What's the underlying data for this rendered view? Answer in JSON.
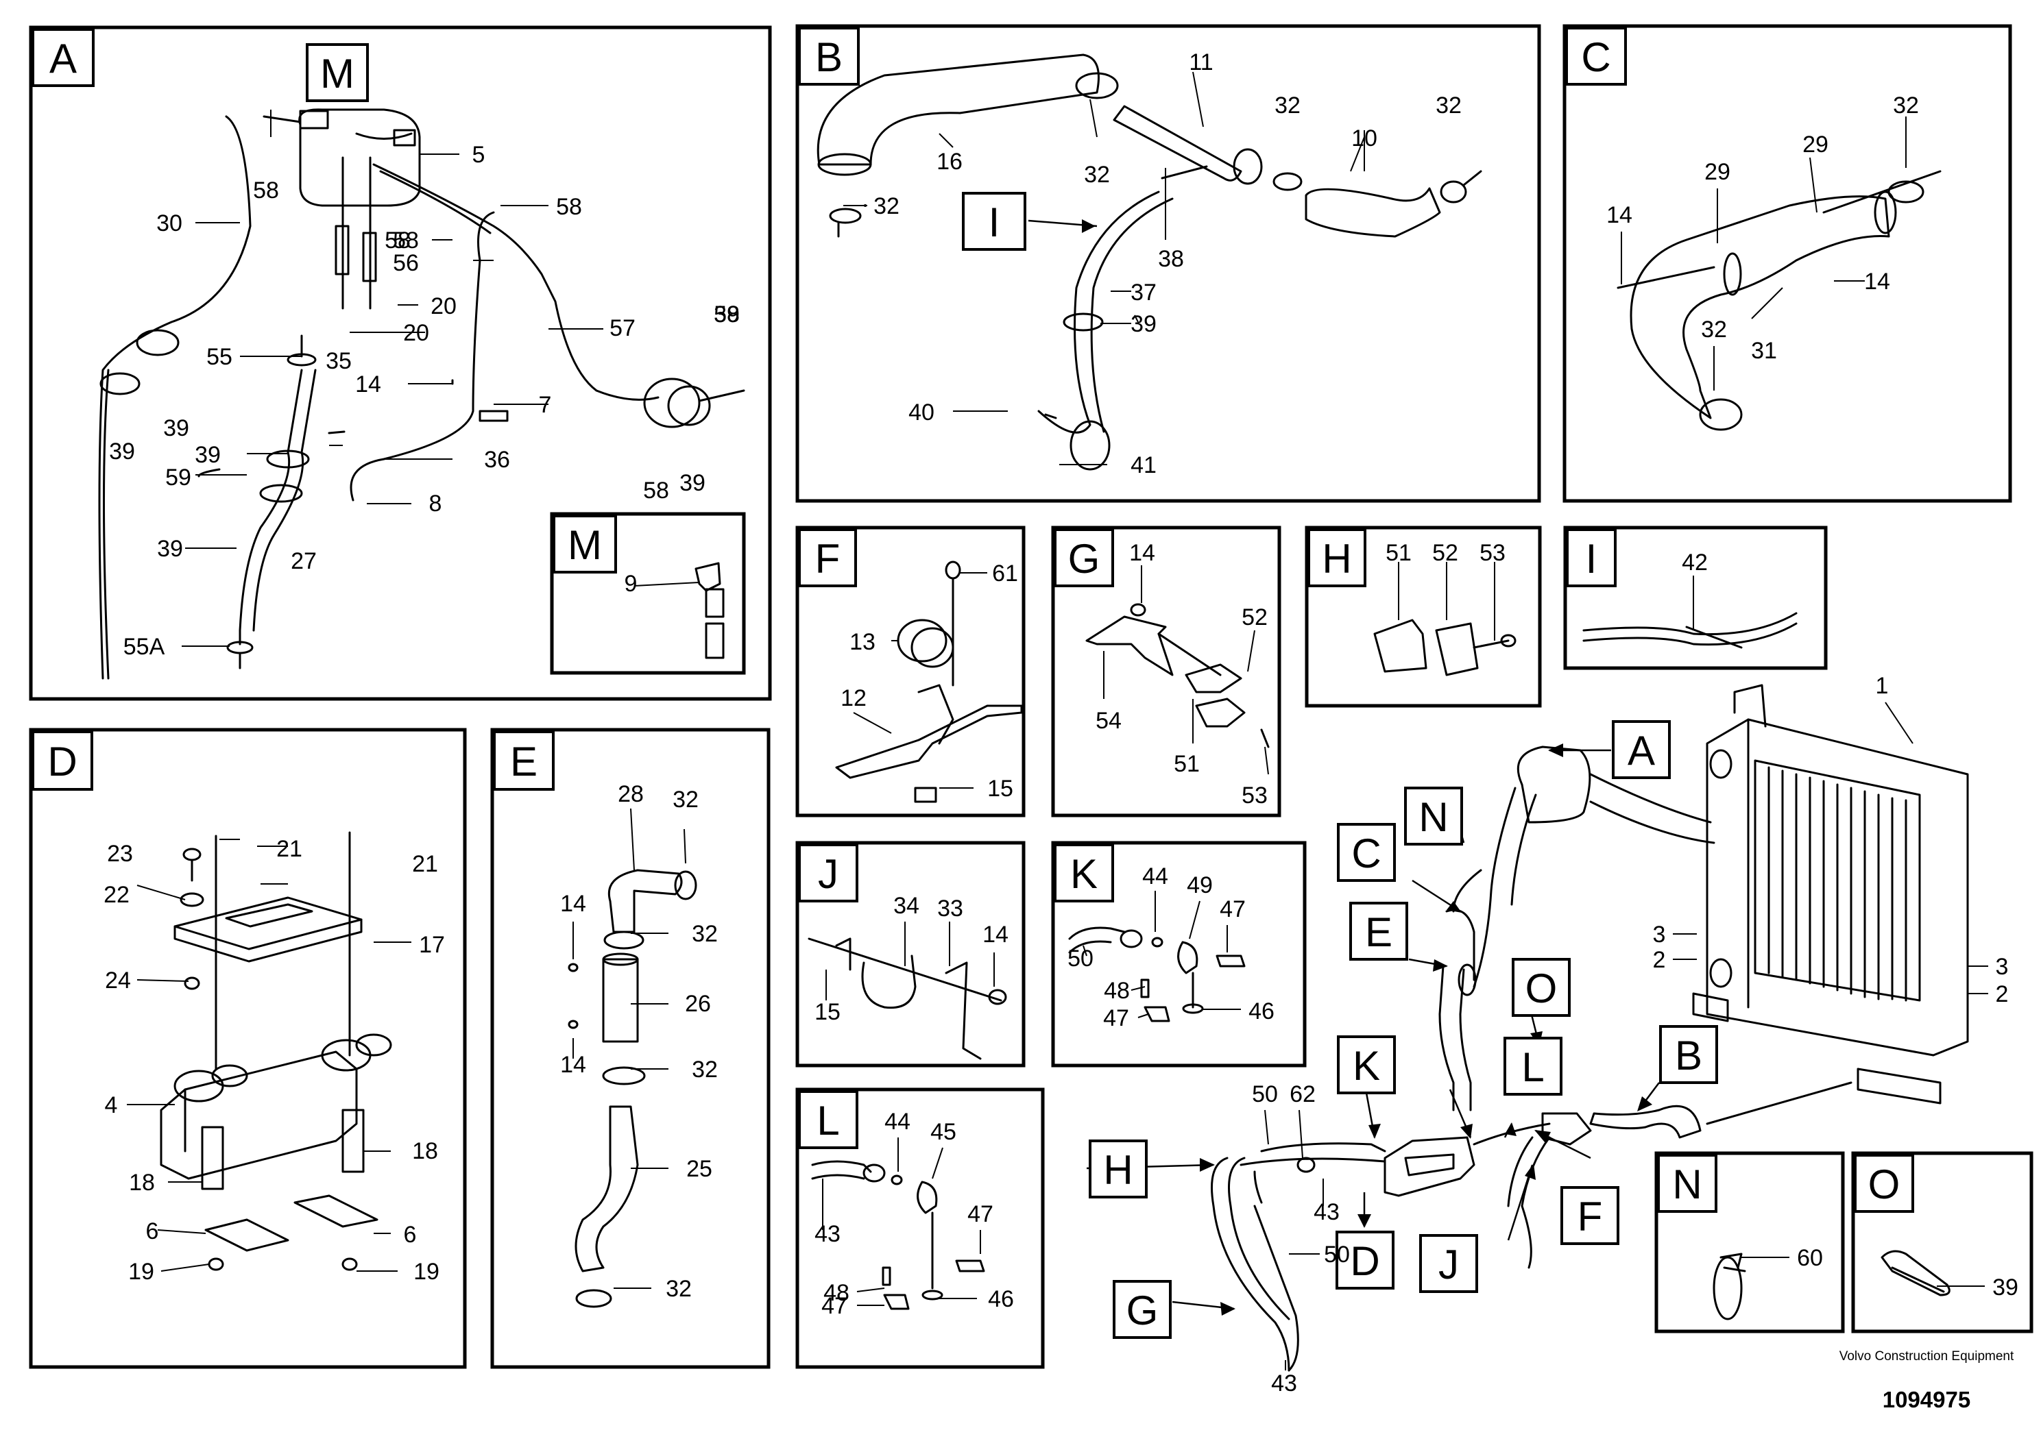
{
  "panels": {
    "A": "A",
    "B": "B",
    "C": "C",
    "D": "D",
    "E": "E",
    "F": "F",
    "G": "G",
    "H": "H",
    "I": "I",
    "J": "J",
    "K": "K",
    "L": "L",
    "N": "N",
    "O": "O",
    "M": "M",
    "M_inset": "M"
  },
  "callouts": {
    "A": "A",
    "B": "B",
    "C": "C",
    "D": "D",
    "E": "E",
    "F": "F",
    "G": "G",
    "H": "H",
    "J": "J",
    "K": "K",
    "L": "L",
    "N": "N",
    "O": "O"
  },
  "parts": {
    "panelA": [
      "5",
      "58",
      "58",
      "58",
      "58",
      "30",
      "56",
      "20",
      "20",
      "57",
      "55",
      "35",
      "14",
      "7",
      "39",
      "39",
      "58",
      "39",
      "36",
      "59",
      "8",
      "58",
      "39",
      "39",
      "27",
      "39",
      "55A"
    ],
    "panelM": [
      "9"
    ],
    "panelB": [
      "11",
      "32",
      "32",
      "16",
      "10",
      "32",
      "32",
      "I",
      "38",
      "37",
      "39",
      "40",
      "41"
    ],
    "panelC": [
      "32",
      "29",
      "29",
      "14",
      "14",
      "32",
      "31"
    ],
    "panelD": [
      "23",
      "21",
      "21",
      "22",
      "17",
      "24",
      "4",
      "18",
      "18",
      "6",
      "6",
      "19",
      "19"
    ],
    "panelE": [
      "28",
      "32",
      "14",
      "32",
      "26",
      "14",
      "32",
      "25",
      "32"
    ],
    "panelF": [
      "61",
      "13",
      "12",
      "15"
    ],
    "panelG": [
      "14",
      "52",
      "54",
      "51",
      "53"
    ],
    "panelH": [
      "51",
      "52",
      "53"
    ],
    "panelI": [
      "42"
    ],
    "panelJ": [
      "34",
      "33",
      "14",
      "15"
    ],
    "panelK": [
      "44",
      "49",
      "47",
      "50",
      "48",
      "47",
      "46"
    ],
    "panelL": [
      "44",
      "45",
      "43",
      "47",
      "48",
      "47",
      "46"
    ],
    "panelN": [
      "60"
    ],
    "panelO": [
      "39"
    ],
    "overview": [
      "1",
      "3",
      "2",
      "3",
      "2",
      "50",
      "62",
      "43",
      "50",
      "43"
    ]
  },
  "footer": {
    "maker": "Volvo Construction Equipment",
    "drawing_number": "1094975"
  },
  "colors": {
    "line": "#000000",
    "background": "#ffffff"
  }
}
